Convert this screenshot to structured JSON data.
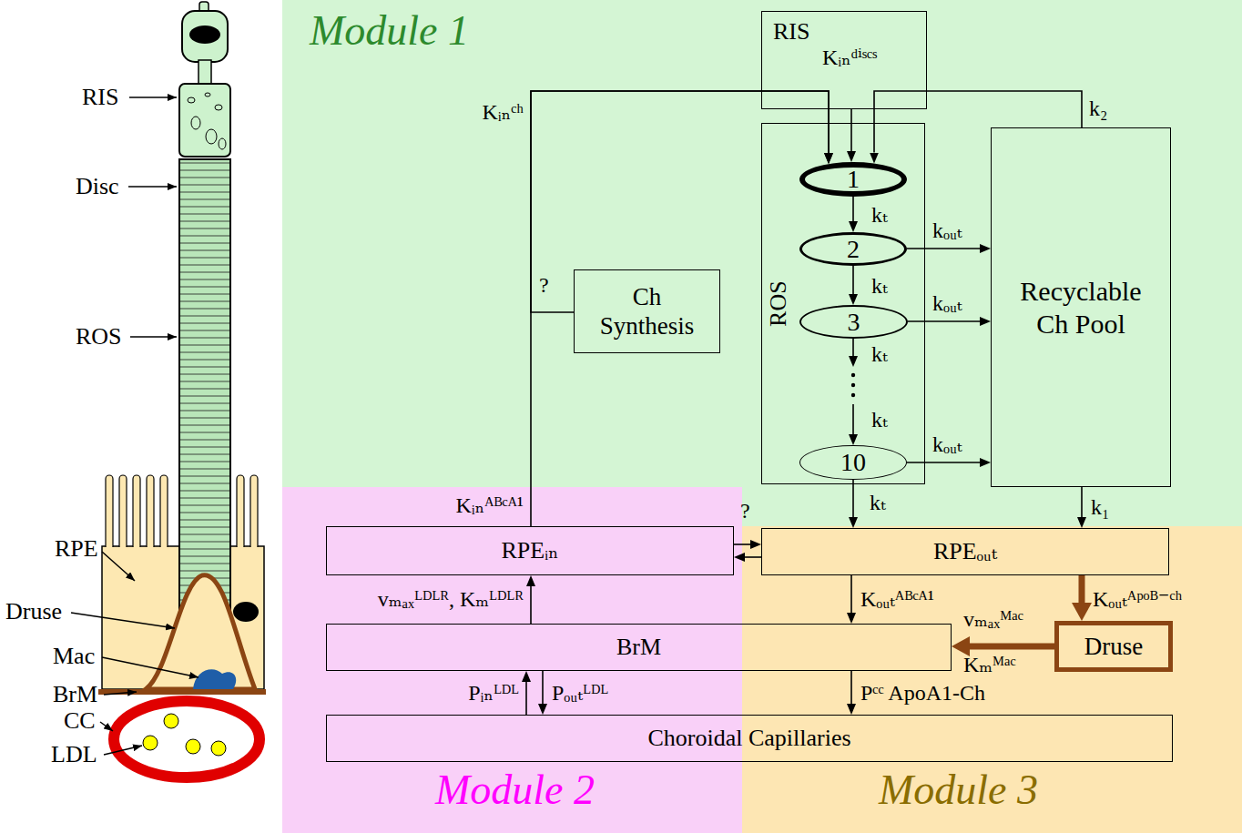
{
  "diagram": {
    "nodes": [
      {
        "text": [
          "Module 1"
        ]
      },
      {
        "text": [
          "RIS"
        ],
        "in": 0
      },
      {
        "text": [
          "ROS"
        ],
        "in": 0
      },
      {
        "text": [
          "1"
        ],
        "in": 2
      },
      {
        "text": [
          "2"
        ],
        "in": 2
      },
      {
        "text": [
          "3"
        ],
        "in": 2
      },
      {
        "text": [
          "10"
        ],
        "in": 2
      },
      {
        "text": [
          "Ch Synthesis"
        ],
        "in": 0
      },
      {
        "text": [
          "Recyclable Ch Pool"
        ],
        "in": 0
      },
      {
        "text": [
          "Module 2"
        ]
      },
      {
        "text": [
          "Module 3"
        ]
      },
      {
        "text": [
          "RPEᵢₙ"
        ],
        "in": 9
      },
      {
        "text": [
          "RPEₒᵤₜ"
        ],
        "in": 10
      },
      {
        "text": [
          "BrM"
        ]
      },
      {
        "text": [
          "Druse"
        ],
        "in": 10
      },
      {
        "text": [
          "Choroidal Capillaries"
        ]
      }
    ],
    "edges": [
      {
        "from": 11,
        "to": 3,
        "arrow": "to",
        "label": "Kᵢₙᶜʰ"
      },
      {
        "from": 1,
        "to": 3,
        "arrow": "to",
        "label": "Kᵢₙᵈⁱˢᶜˢ"
      },
      {
        "from": 8,
        "to": 3,
        "arrow": "to",
        "label": "k₂"
      },
      {
        "from": 7,
        "to": 3,
        "arrow": "to",
        "label": "?"
      },
      {
        "from": 3,
        "to": 4,
        "arrow": "to",
        "label": "kₜ"
      },
      {
        "from": 4,
        "to": 5,
        "arrow": "to",
        "label": "kₜ"
      },
      {
        "from": 5,
        "to": 6,
        "arrow": "to",
        "label": "kₜ"
      },
      {
        "from": 4,
        "to": 8,
        "arrow": "to",
        "label": "kₒᵤₜ"
      },
      {
        "from": 5,
        "to": 8,
        "arrow": "to",
        "label": "kₒᵤₜ"
      },
      {
        "from": 6,
        "to": 8,
        "arrow": "to",
        "label": "kₒᵤₜ"
      },
      {
        "from": 6,
        "to": 12,
        "arrow": "to",
        "label": "kₜ"
      },
      {
        "from": 8,
        "to": 12,
        "arrow": "to",
        "label": "k₁"
      },
      {
        "from": 11,
        "to": 12,
        "arrow": "to",
        "label": "?"
      },
      {
        "from": 12,
        "to": 11,
        "arrow": "to"
      },
      {
        "from": 13,
        "to": 11,
        "arrow": "to",
        "label": "vₘₐₓᴸᴰᴸᴿ, Kₘᴸᴰᴸᴿ"
      },
      {
        "from": 12,
        "to": 13,
        "arrow": "to",
        "label": "Kₒᵤₜᴬᴮᶜᴬ¹"
      },
      {
        "from": 12,
        "to": 14,
        "arrow": "to",
        "label": "Kₒᵤₜᴬᵖᵒᴮ⁻ᶜʰ"
      },
      {
        "from": 14,
        "to": 13,
        "arrow": "to",
        "label": "vₘₐₓᴹᵃᶜ Kₘᴹᵃᶜ"
      },
      {
        "from": 15,
        "to": 13,
        "arrow": "to",
        "label": "Pᵢₙᴸᴰᴸ"
      },
      {
        "from": 13,
        "to": 15,
        "arrow": "to",
        "label": "Pₒᵤₜᴸᴰᴸ"
      },
      {
        "from": 13,
        "to": 15,
        "arrow": "to",
        "label": "Pᶜᶜ ApoA1-Ch"
      }
    ],
    "labels": [
      "Kᵢₙᴬᴮᶜᴬ¹",
      "kₜ",
      "RIS",
      "Disc",
      "ROS",
      "RPE",
      "Druse",
      "Mac",
      "BrM",
      "CC",
      "LDL"
    ]
  }
}
